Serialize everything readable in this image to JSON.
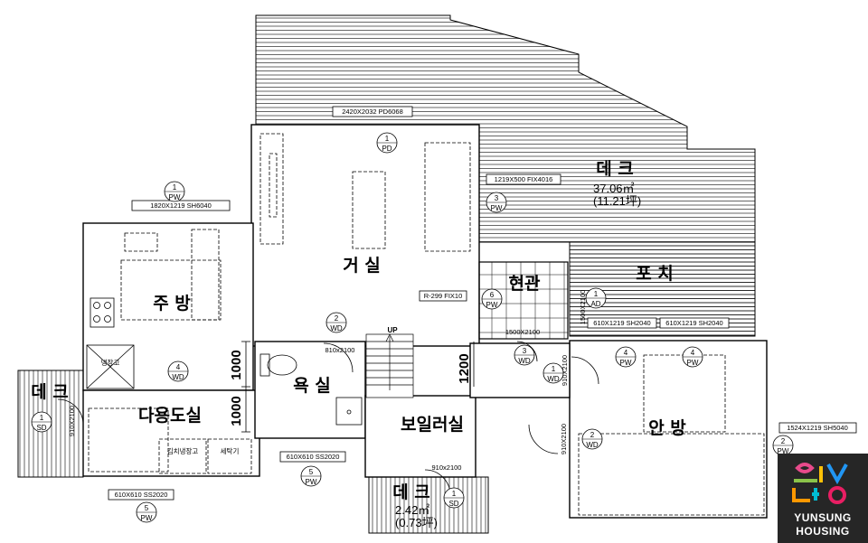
{
  "rooms": {
    "living": "거 실",
    "kitchen": "주 방",
    "utility": "다용도실",
    "bath": "욕 실",
    "boiler": "보일러실",
    "entrance": "현관",
    "porch": "포 치",
    "master": "안 방",
    "deck_main": "데 크",
    "deck_left": "데 크",
    "deck_bottom": "데 크"
  },
  "areas": {
    "deck_main_m2": "37.06㎡",
    "deck_main_py": "(11.21坪)",
    "deck_bottom_m2": "2.42㎡",
    "deck_bottom_py": "(0.73坪)"
  },
  "window_specs": {
    "pd_top": "2420X2032 PD6068",
    "pw_kitchen": "1820X1219 SH6040",
    "fix_deck": "1219X500 FIX4016",
    "fix_living": "R-299 FIX10",
    "sh_porch1": "610X1219 SH2040",
    "sh_porch2": "610X1219 SH2040",
    "sh_master": "1524X1219 SH5040",
    "ss_bath": "610X610 SS2020",
    "ss_utility": "610X610 SS2020",
    "entrance_dim": "1500X2100"
  },
  "door_dims": {
    "bath": "810x2100",
    "boiler": "910x2100",
    "master_side": "910X2100",
    "utility_side": "910X2100",
    "porch_side": "1500X2100",
    "master_lower": "910X2100"
  },
  "tags": {
    "t1_pd": [
      "1",
      "PD"
    ],
    "t3_pw": [
      "3",
      "PW"
    ],
    "t1_pw": [
      "1",
      "PW"
    ],
    "t6_pw": [
      "6",
      "PW"
    ],
    "t2_wd": [
      "2",
      "WD"
    ],
    "t3_wd": [
      "3",
      "WD"
    ],
    "t4_wd": [
      "4",
      "WD"
    ],
    "t1_wd": [
      "1",
      "WD"
    ],
    "t2_wd_b": [
      "2",
      "WD"
    ],
    "t4_pw_a": [
      "4",
      "PW"
    ],
    "t4_pw_b": [
      "4",
      "PW"
    ],
    "t1_ad": [
      "1",
      "AD"
    ],
    "t5_pw_a": [
      "5",
      "PW"
    ],
    "t5_pw_b": [
      "5",
      "PW"
    ],
    "t1_sd_a": [
      "1",
      "SD"
    ],
    "t1_sd_b": [
      "1",
      "SD"
    ],
    "t2_pw": [
      "2",
      "PW"
    ]
  },
  "dimensions": {
    "d1000_top": "1000",
    "d1000_bot": "1000",
    "d1200": "1200",
    "up": "UP"
  },
  "appliances": {
    "fridge": "냉장고",
    "kimchi": "김치냉장고",
    "washer": "세탁기"
  },
  "logo": {
    "text1": "YUNSUNG",
    "text2": "HOUSING"
  }
}
